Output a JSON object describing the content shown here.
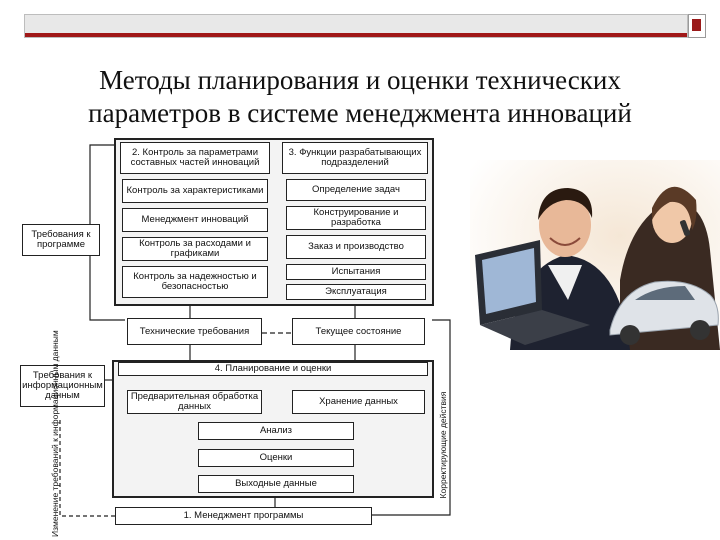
{
  "slide": {
    "title_line1": "Методы планирования и оценки технических",
    "title_line2": "параметров в системе менеджмента инноваций"
  },
  "diagram": {
    "col2_header": "2. Контроль за параметрами составных частей инноваций",
    "col2_items": [
      "Контроль за характеристиками",
      "Менеджмент инноваций",
      "Контроль за расходами и графиками",
      "Контроль за надежностью и безопасностью"
    ],
    "col3_header": "3. Функции разрабатывающих подразделений",
    "col3_items": [
      "Определение задач",
      "Конструирование и разработка",
      "Заказ и производство",
      "Испытания",
      "Эксплуатация"
    ],
    "req_left": "Требования к программе",
    "tech_req": "Технические требования",
    "current_state": "Текущее состояние",
    "info_req": "Требования к информационным данным",
    "section4_header": "4. Планирование и оценки",
    "preprocess": "Предварительная обработка данных",
    "storage": "Хранение данных",
    "analysis": "Анализ",
    "estimates": "Оценки",
    "output": "Выходные данные",
    "section1": "1. Менеджмент программы",
    "vertical_left": "Изменение требований к информационным данным",
    "vertical_right": "Корректирующие действия"
  },
  "colors": {
    "accent_bar": "#a01818",
    "line": "#222222"
  }
}
